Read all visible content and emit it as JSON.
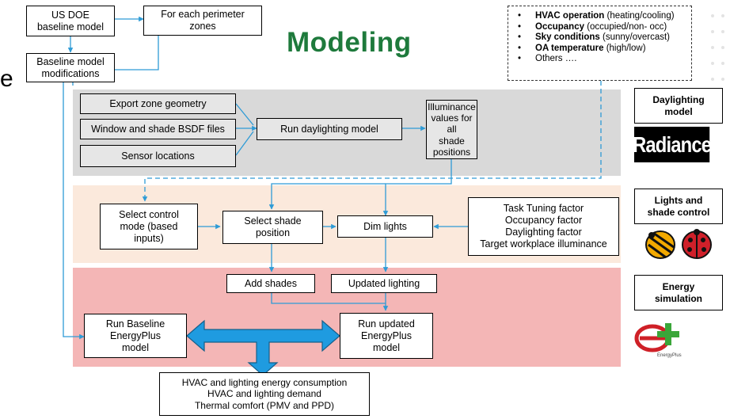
{
  "title": "Modeling",
  "cutoff_text": "e",
  "legend": {
    "items": [
      {
        "bold": "HVAC operation",
        "rest": " (heating/cooling)"
      },
      {
        "bold": "Occupancy",
        "rest": "  (occupied/non- occ)"
      },
      {
        "bold": "Sky conditions",
        "rest": " (sunny/overcast)"
      },
      {
        "bold": "OA temperature",
        "rest": " (high/low)"
      },
      {
        "bold": "",
        "rest": "Others …."
      }
    ]
  },
  "boxes": {
    "us_doe": "US DOE\nbaseline model",
    "perimeter": "For each perimeter\nzones",
    "baseline_mods": "Baseline model\nmodifications",
    "export_zone": "Export zone geometry",
    "window_bsdf": "Window and shade BSDF files",
    "sensor": "Sensor locations",
    "run_daylight": "Run daylighting model",
    "illuminance": "Illuminance\nvalues for all\nshade\npositions",
    "select_control": "Select control\nmode (based\ninputs)",
    "select_shade": "Select shade\nposition",
    "dim_lights": "Dim lights",
    "factors": "Task Tuning factor\nOccupancy factor\nDaylighting factor\nTarget workplace illuminance",
    "add_shades": "Add shades",
    "updated_lighting": "Updated lighting",
    "run_baseline": "Run Baseline\nEnergyPlus\nmodel",
    "run_updated": "Run updated\nEnergyPlus\nmodel",
    "outputs": "HVAC and lighting energy consumption\nHVAC and lighting demand\nThermal comfort (PMV and PPD)"
  },
  "side_labels": {
    "daylighting": "Daylighting\nmodel",
    "lights_shade": "Lights and\nshade control",
    "energy": "Energy\nsimulation"
  },
  "logos": {
    "radiance": "Radiance",
    "energyplus": "EnergyPlus"
  },
  "colors": {
    "title_green": "#1e7a3c",
    "band_grey": "#d9d9d9",
    "band_peach": "#fbe9dc",
    "band_pink": "#f4b6b6",
    "arrow_blue": "#2e9bd6",
    "big_arrow_blue": "#1f9be0"
  }
}
